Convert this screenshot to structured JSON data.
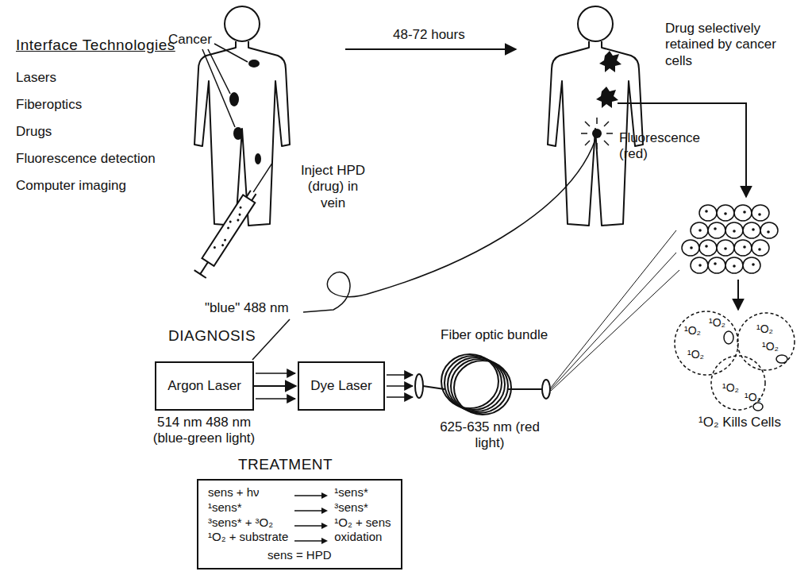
{
  "diagram": {
    "nodes": [
      {
        "text": [
          "Argon Laser"
        ]
      },
      {
        "text": [
          "Dye Laser"
        ]
      },
      {
        "text": [
          "sens + hν",
          "¹sens*",
          "¹sens*",
          "³sens*",
          "³sens* + ³O₂",
          "¹O₂ + sens",
          "¹O₂ + substrate",
          "oxidation",
          "sens = HPD"
        ]
      }
    ],
    "edges": [
      {
        "from": 0,
        "to": 1,
        "arrow": "to"
      }
    ],
    "labels": [
      "Interface Technologies",
      "Lasers",
      "Fiberoptics",
      "Drugs",
      "Fluorescence detection",
      "Computer imaging",
      "Cancer",
      "48-72 hours",
      "Inject HPD (drug) in vein",
      "Drug selectively retained by cancer cells",
      "Fluorescence (red)",
      "\"blue\" 488 nm",
      "DIAGNOSIS",
      "Fiber optic bundle",
      "514 nm 488 nm (blue-green light)",
      "625-635 nm (red light)",
      "TREATMENT",
      "¹O₂",
      "¹O₂",
      "¹O₂",
      "¹O₂",
      "¹O₂",
      "¹O₂",
      "¹O₂",
      "¹O₂ Kills Cells"
    ]
  }
}
